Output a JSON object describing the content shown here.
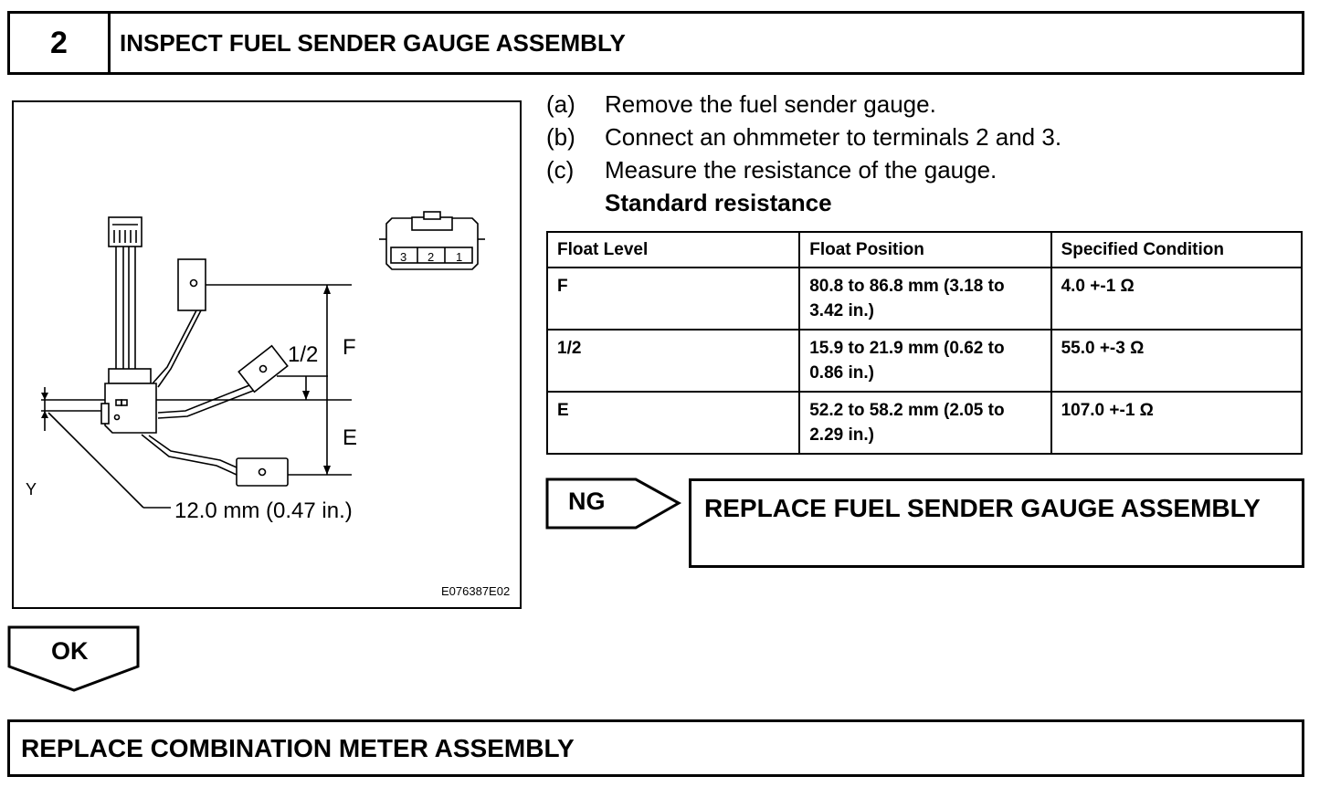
{
  "step": {
    "number": "2",
    "title": "INSPECT FUEL SENDER GAUGE ASSEMBLY"
  },
  "instructions": [
    {
      "letter": "(a)",
      "text": "Remove the fuel sender gauge."
    },
    {
      "letter": "(b)",
      "text": "Connect an ohmmeter to terminals 2 and 3."
    },
    {
      "letter": "(c)",
      "text": "Measure the resistance of the gauge."
    }
  ],
  "standard_label": "Standard resistance",
  "table": {
    "headers": [
      "Float Level",
      "Float Position",
      "Specified Condition"
    ],
    "rows": [
      [
        "F",
        "80.8 to 86.8 mm (3.18 to 3.42 in.)",
        "4.0 +-1 Ω"
      ],
      [
        "1/2",
        "15.9 to 21.9 mm (0.62 to 0.86 in.)",
        "55.0 +-3 Ω"
      ],
      [
        "E",
        "52.2 to 58.2 mm (2.05 to 2.29 in.)",
        "107.0 +-1 Ω"
      ]
    ]
  },
  "diagram": {
    "terminals": [
      "3",
      "2",
      "1"
    ],
    "label_half": "1/2",
    "label_f": "F",
    "label_e": "E",
    "label_y": "Y",
    "dimension": "12.0 mm (0.47 in.)",
    "figure_code": "E076387E02"
  },
  "ng": {
    "label": "NG",
    "action": "REPLACE FUEL SENDER GAUGE ASSEMBLY"
  },
  "ok": {
    "label": "OK"
  },
  "final_action": "REPLACE COMBINATION METER ASSEMBLY"
}
